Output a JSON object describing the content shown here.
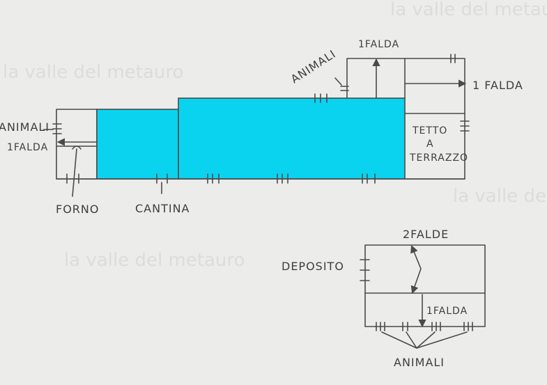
{
  "watermark": "la valle del metauro",
  "labels": {
    "animali_left": "ANIMALI",
    "falda_left": "1FALDA",
    "forno": "FORNO",
    "cantina": "CANTINA",
    "animali_top": "ANIMALI",
    "falda_top": "1FALDA",
    "falda_right": "1 FALDA",
    "tetto_1": "TETTO",
    "tetto_2": "A",
    "tetto_3": "TERRAZZO",
    "deposito": "DEPOSITO",
    "due_falde": "2FALDE",
    "falda_dep": "1FALDA",
    "animali_bottom": "ANIMALI"
  },
  "colors": {
    "ink": "#4a4a4a",
    "water": "#0ad3ef",
    "paper": "#ececea"
  }
}
